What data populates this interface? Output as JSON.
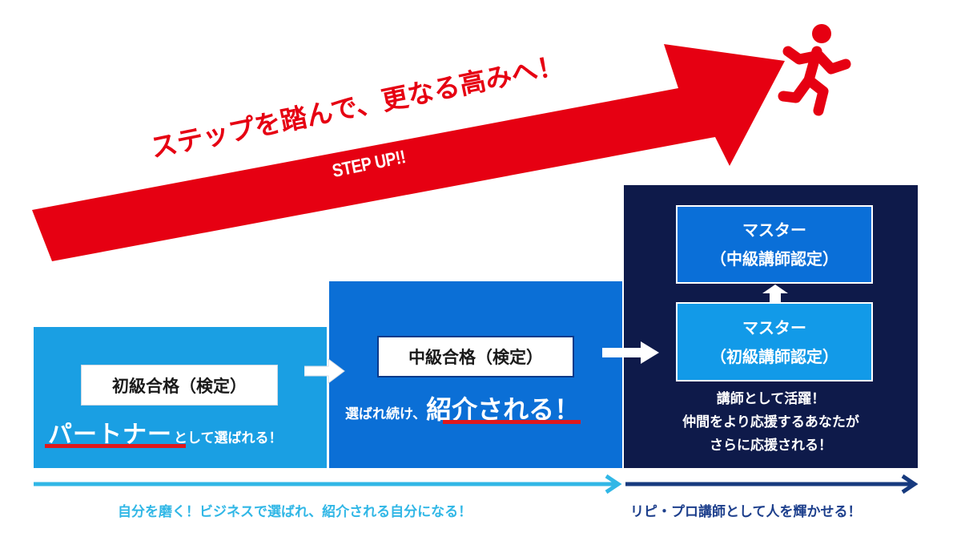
{
  "banner": {
    "slogan": "ステップを踏んで、更なる高みへ！",
    "stepup": "STEP UP!!"
  },
  "colors": {
    "arrow_red": "#e60012",
    "beginner_panel": "#1a9fe3",
    "intermediate_panel": "#0b6fd6",
    "master_panel": "#0e1a4a",
    "caption_left": "#31b7e6",
    "caption_right": "#1d3f8c"
  },
  "icons": [
    "running-person-icon",
    "right-arrow-icon",
    "up-arrow-icon"
  ],
  "steps": {
    "beginner": {
      "label": "初級合格（検定）",
      "highlight": "パートナー",
      "tail": "として選ばれる！"
    },
    "intermediate": {
      "label": "中級合格（検定）",
      "lead": "選ばれ続け、",
      "highlight": "紹介される！"
    },
    "master": {
      "top_title": "マスター",
      "top_subtitle": "（中級講師認定）",
      "bottom_title": "マスター",
      "bottom_subtitle": "（初級講師認定）",
      "desc_1": "講師として活躍！",
      "desc_2": "仲間をより応援するあなたが",
      "desc_3": "さらに応援される！"
    }
  },
  "captions": {
    "left": "自分を磨く！ビジネスで選ばれ、紹介される自分になる！",
    "right": "リピ・プロ講師として人を輝かせる！"
  }
}
